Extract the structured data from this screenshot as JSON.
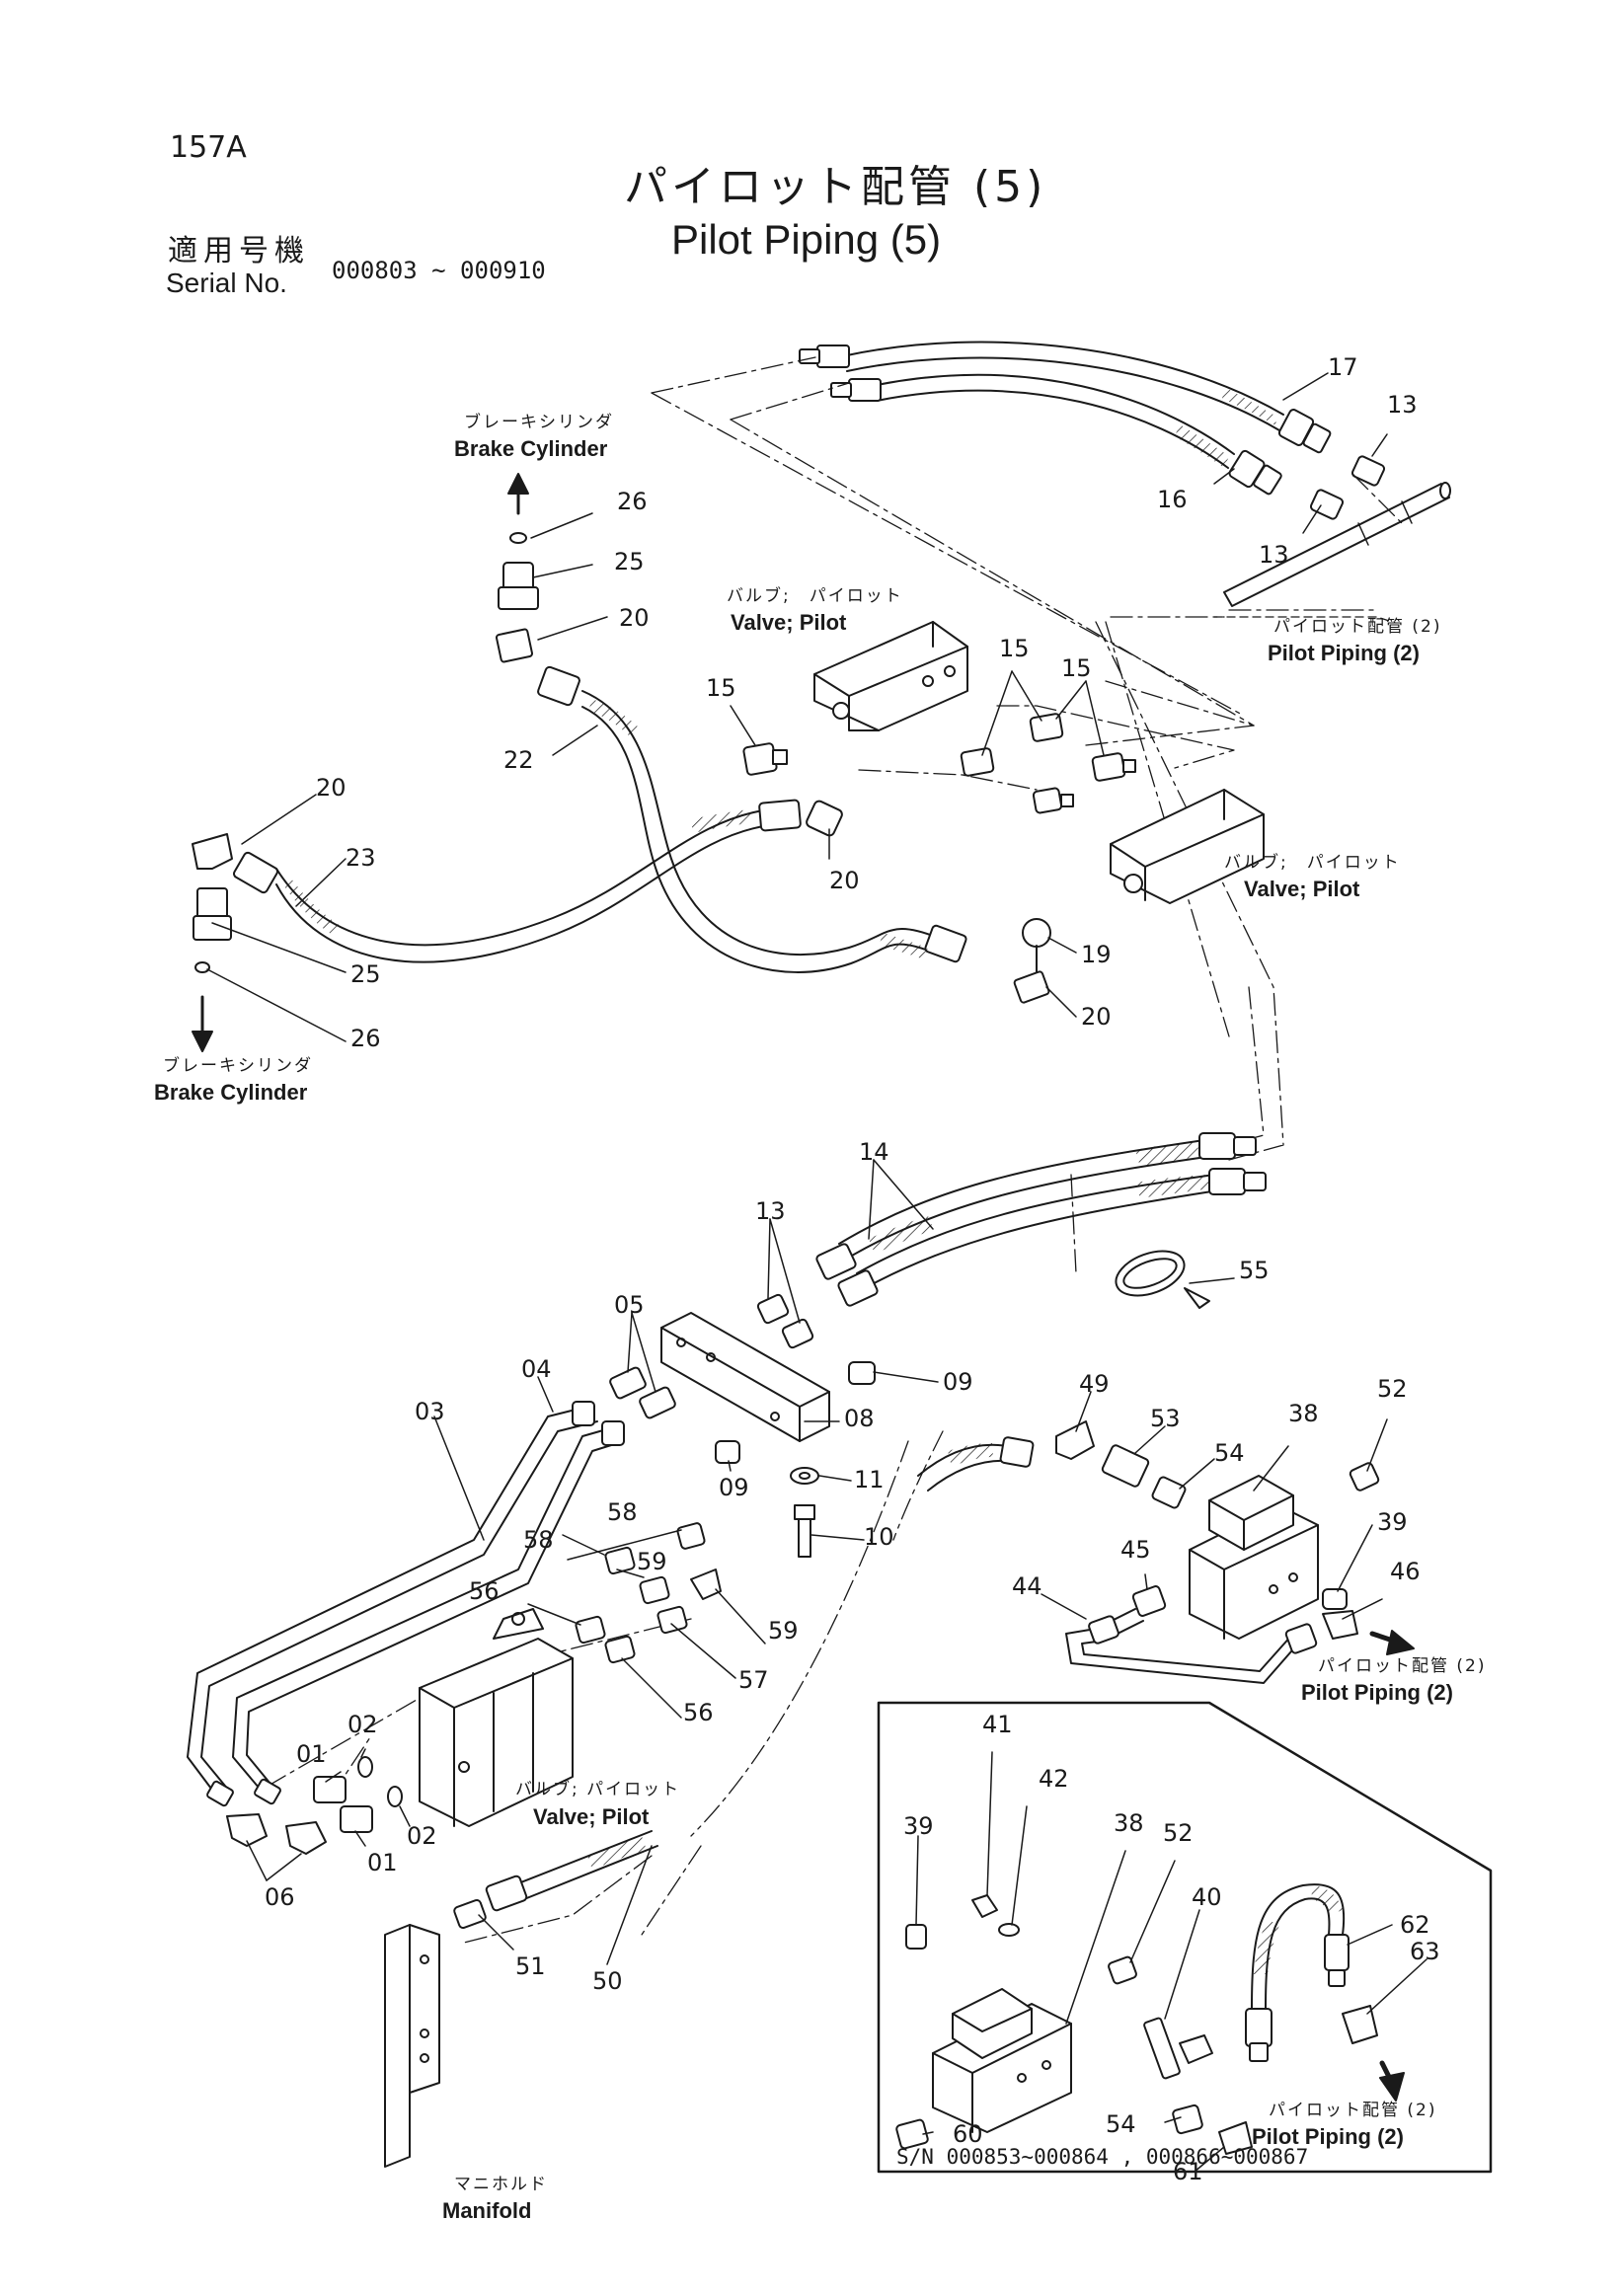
{
  "header": {
    "page_code": "157A",
    "title_jp": "パイロット配管 (5)",
    "title_en": "Pilot Piping (5)",
    "serial_label_jp": "適用号機",
    "serial_label_en": "Serial No.",
    "serial_range": "000803 ~ 000910"
  },
  "callouts": {
    "brake_cyl_top": {
      "jp": "ブレーキシリンダ",
      "en": "Brake Cylinder"
    },
    "brake_cyl_bottom": {
      "jp": "ブレーキシリンダ",
      "en": "Brake Cylinder"
    },
    "valve_pilot_top": {
      "jp": "バルブ;　パイロット",
      "en": "Valve; Pilot"
    },
    "valve_pilot_right": {
      "jp": "バルブ;　パイロット",
      "en": "Valve; Pilot"
    },
    "valve_pilot_bottom": {
      "jp": "バルブ; パイロット",
      "en": "Valve; Pilot"
    },
    "pilot_piping_top": {
      "jp": "パイロット配管 (2)",
      "en": "Pilot Piping (2)"
    },
    "pilot_piping_mid": {
      "jp": "パイロット配管 (2)",
      "en": "Pilot Piping (2)"
    },
    "pilot_piping_inset": {
      "jp": "パイロット配管 (2)",
      "en": "Pilot Piping (2)"
    },
    "manifold": {
      "jp": "マニホルド",
      "en": "Manifold"
    }
  },
  "inset": {
    "serial_note": "S/N 000853~000864 , 000866~000867"
  },
  "part_labels": [
    "17",
    "13",
    "16",
    "13",
    "26",
    "25",
    "20",
    "15",
    "15",
    "15",
    "22",
    "20",
    "23",
    "20",
    "19",
    "20",
    "25",
    "26",
    "14",
    "13",
    "55",
    "05",
    "04",
    "09",
    "03",
    "08",
    "49",
    "53",
    "38",
    "52",
    "54",
    "09",
    "11",
    "58",
    "58",
    "10",
    "59",
    "56",
    "39",
    "45",
    "46",
    "44",
    "59",
    "57",
    "56",
    "02",
    "01",
    "02",
    "01",
    "06",
    "41",
    "42",
    "38",
    "52",
    "39",
    "62",
    "40",
    "63",
    "50",
    "51",
    "54",
    "60",
    "61"
  ],
  "colors": {
    "ink": "#1a1a1a",
    "paper": "#ffffff"
  }
}
